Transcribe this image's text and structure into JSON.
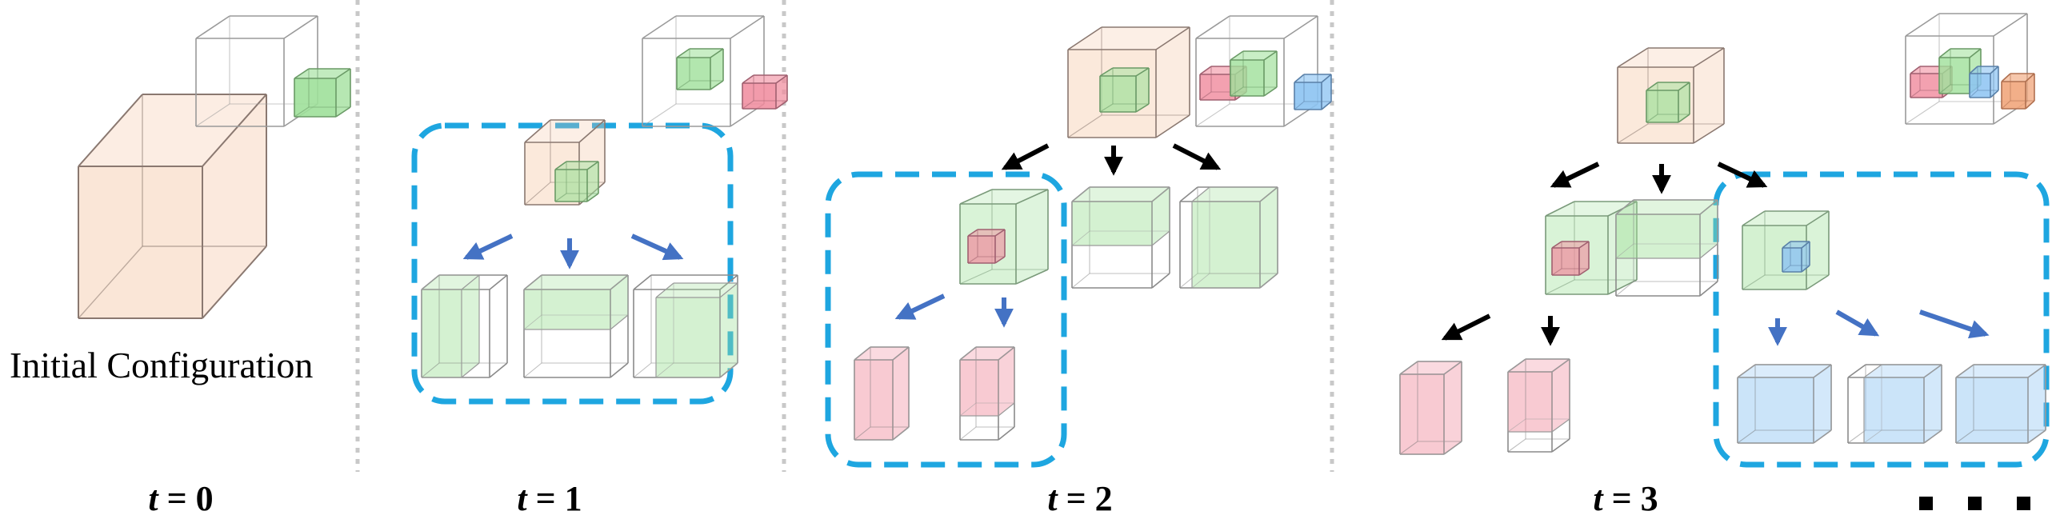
{
  "caption": {
    "initial_configuration": "Initial Configuration"
  },
  "timesteps": [
    {
      "var": "t",
      "eq": " = ",
      "value": "0"
    },
    {
      "var": "t",
      "eq": " = ",
      "value": "1"
    },
    {
      "var": "t",
      "eq": " = ",
      "value": "2"
    },
    {
      "var": "t",
      "eq": " = ",
      "value": "3"
    }
  ],
  "colors": {
    "container": "#f4c7a6",
    "green": "#9fe09a",
    "red": "#f08a9c",
    "blue": "#8cc3f2",
    "orange": "#f1a67c",
    "highlight_box": "#1ea6e0",
    "arrow_blue": "#4472c4",
    "arrow_black": "#000000",
    "divider": "#c8c8c8"
  }
}
